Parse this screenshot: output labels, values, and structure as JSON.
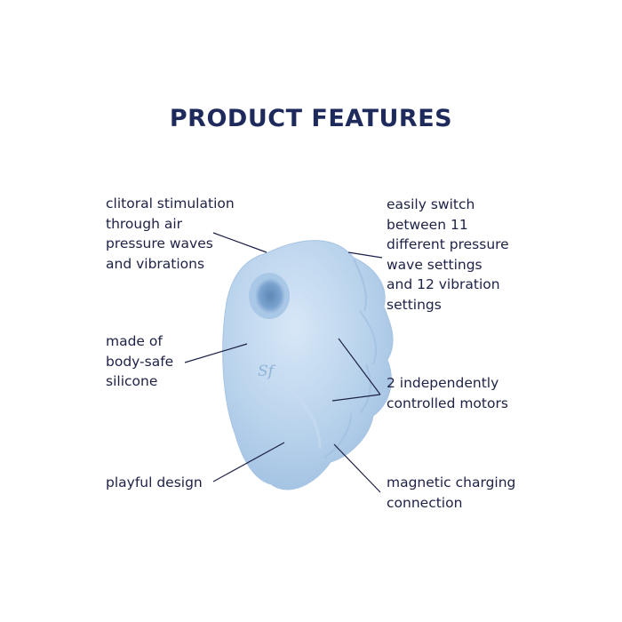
{
  "title": "PRODUCT FEATURES",
  "features": {
    "air_pressure": [
      "clitoral stimulation",
      "through air",
      "pressure waves",
      "and vibrations"
    ],
    "settings": [
      "easily switch",
      "between 11",
      "different pressure",
      "wave settings",
      "and 12 vibration",
      "settings"
    ],
    "material": [
      "made of",
      "body-safe",
      "silicone"
    ],
    "motors": [
      "2 independently",
      "controlled motors"
    ],
    "design": [
      "playful design"
    ],
    "charging": [
      "magnetic charging",
      "connection"
    ]
  },
  "logo_text": "Sf",
  "colors": {
    "title": "#1f2a5c",
    "text": "#1d2146",
    "device_body": "#b9d3ec",
    "device_shadow": "#9cbde0",
    "device_highlight": "#dcebf8",
    "opening": "#7aa2cf"
  }
}
